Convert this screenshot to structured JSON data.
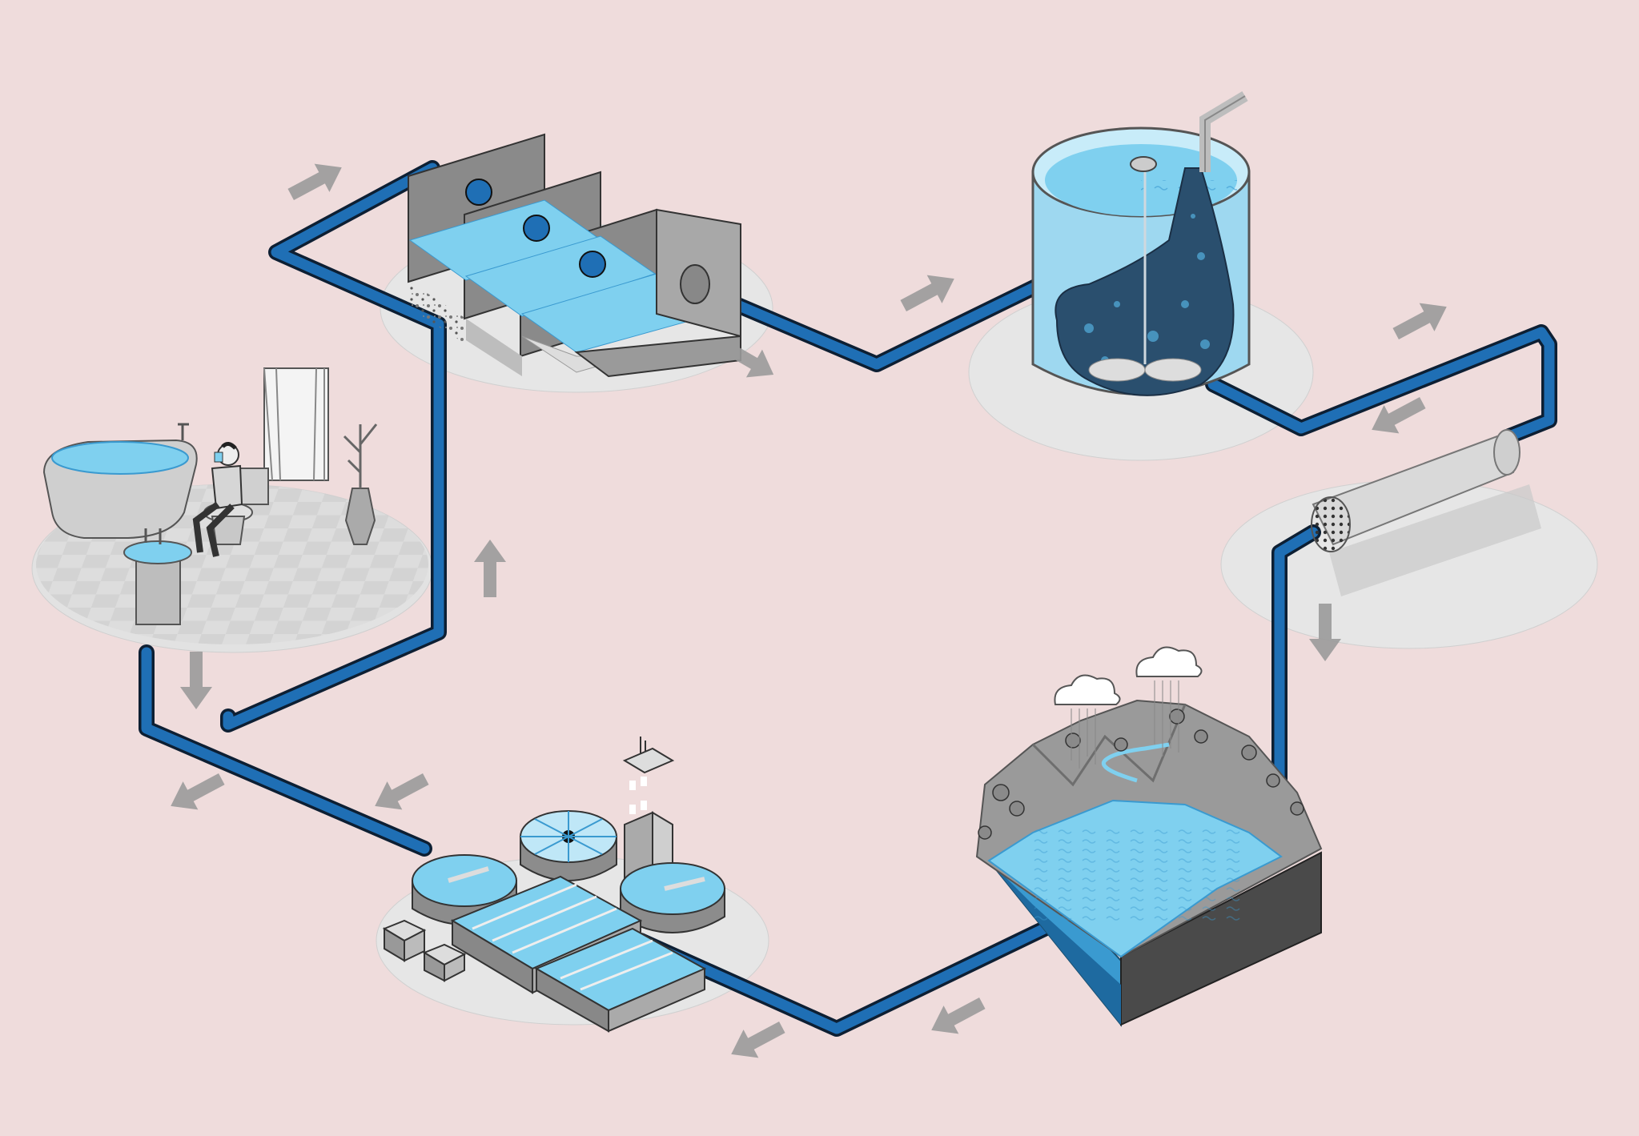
{
  "diagram": {
    "title": "",
    "background_color": "#efdcdc",
    "pipe_color": "#1f6fb5",
    "pipe_outline_color": "#0d1f33",
    "water_color": "#7fd0ef",
    "water_dark_color": "#3a9ad0",
    "platform_color": "#e8e8e8",
    "concrete_color": "#a3a3a3",
    "arrow_color": "#9a9a9a",
    "stages": [
      {
        "id": "household-use",
        "icon": "bathroom-icon"
      },
      {
        "id": "primary-treatment",
        "icon": "settling-tanks-icon"
      },
      {
        "id": "biological-treatment",
        "icon": "aeration-tank-icon"
      },
      {
        "id": "membrane-filtration",
        "icon": "filter-cylinder-icon"
      },
      {
        "id": "natural-water-body",
        "icon": "mountain-lake-icon"
      },
      {
        "id": "drinking-water-treatment",
        "icon": "water-treatment-plant-icon"
      }
    ],
    "flow_arrows": [
      {
        "id": "arrow-household-to-primary",
        "icon": "arrow-right-icon"
      },
      {
        "id": "arrow-primary-out",
        "icon": "arrow-right-icon"
      },
      {
        "id": "arrow-primary-to-biological",
        "icon": "arrow-right-icon"
      },
      {
        "id": "arrow-biological-to-membrane",
        "icon": "arrow-right-icon"
      },
      {
        "id": "arrow-membrane-return",
        "icon": "arrow-left-icon"
      },
      {
        "id": "arrow-membrane-down",
        "icon": "arrow-down-icon"
      },
      {
        "id": "arrow-lake-to-plant",
        "icon": "arrow-left-icon"
      },
      {
        "id": "arrow-plant-in",
        "icon": "arrow-left-icon"
      },
      {
        "id": "arrow-plant-to-household",
        "icon": "arrow-left-icon"
      },
      {
        "id": "arrow-household-in",
        "icon": "arrow-left-icon"
      },
      {
        "id": "arrow-household-down",
        "icon": "arrow-down-icon"
      },
      {
        "id": "arrow-household-up",
        "icon": "arrow-up-icon"
      }
    ]
  }
}
